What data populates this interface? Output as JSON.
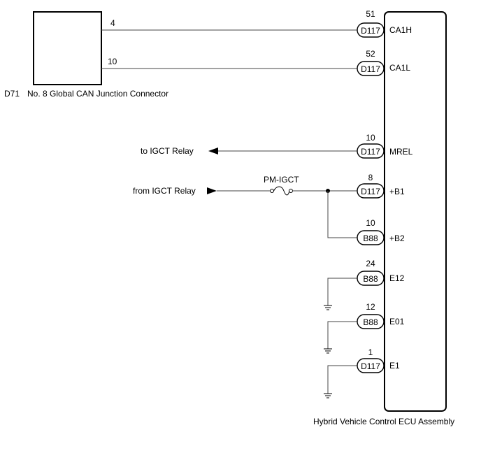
{
  "junction_connector": {
    "id": "D71",
    "name": "No. 8 Global CAN Junction Connector",
    "pins": [
      "4",
      "10"
    ]
  },
  "ecu": {
    "name": "Hybrid Vehicle Control ECU Assembly"
  },
  "terminals": [
    {
      "pin": "51",
      "connector": "D117",
      "signal": "CA1H"
    },
    {
      "pin": "52",
      "connector": "D117",
      "signal": "CA1L"
    },
    {
      "pin": "10",
      "connector": "D117",
      "signal": "MREL"
    },
    {
      "pin": "8",
      "connector": "D117",
      "signal": "+B1"
    },
    {
      "pin": "10",
      "connector": "B88",
      "signal": "+B2"
    },
    {
      "pin": "24",
      "connector": "B88",
      "signal": "E12"
    },
    {
      "pin": "12",
      "connector": "B88",
      "signal": "E01"
    },
    {
      "pin": "1",
      "connector": "D117",
      "signal": "E1"
    }
  ],
  "external": {
    "to_relay": "to IGCT Relay",
    "from_relay": "from IGCT Relay",
    "fuse": "PM-IGCT"
  }
}
